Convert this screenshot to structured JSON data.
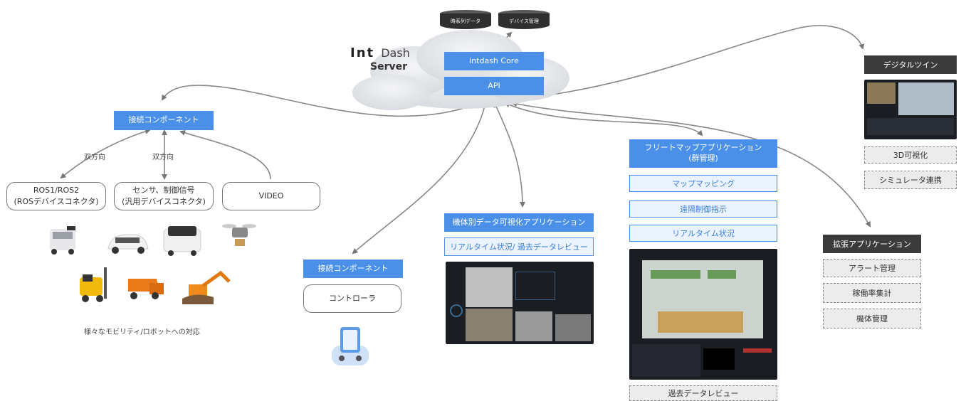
{
  "server": {
    "logo_int": "Int",
    "logo_dash": "Dash",
    "label": "Server",
    "core": "intdash Core",
    "api": "API",
    "db_timeseries": "時系列データ",
    "db_device": "デバイス管理"
  },
  "left": {
    "connect": "接続コンポーネント",
    "bidir1": "双方向",
    "bidir2": "双方向",
    "ros_line1": "ROS1/ROS2",
    "ros_line2": "(ROSデバイスコネクタ)",
    "sensor_line1": "センサ、制御信号",
    "sensor_line2": "(汎用デバイスコネクタ)",
    "video": "VIDEO",
    "caption": "様々なモビリティ/ロボットへの対応"
  },
  "controller": {
    "connect": "接続コンポーネント",
    "label": "コントローラ"
  },
  "viz": {
    "title": "機体別データ可視化アプリケーション",
    "sub": "リアルタイム状況/ 過去データレビュー"
  },
  "fleet": {
    "title_line1": "フリートマップアプリケーション",
    "title_line2": "(群管理)",
    "items": [
      "マップマッピング",
      "遠隔制御指示",
      "リアルタイム状況"
    ],
    "past": "過去データレビュー"
  },
  "twin": {
    "title": "デジタルツイン",
    "items": [
      "3D可視化",
      "シミュレータ連携"
    ]
  },
  "ext": {
    "title": "拡張アプリケーション",
    "items": [
      "アラート管理",
      "稼働率集計",
      "機体管理"
    ]
  },
  "colors": {
    "accent": "#4a90e8",
    "dark": "#3b3b3b"
  }
}
